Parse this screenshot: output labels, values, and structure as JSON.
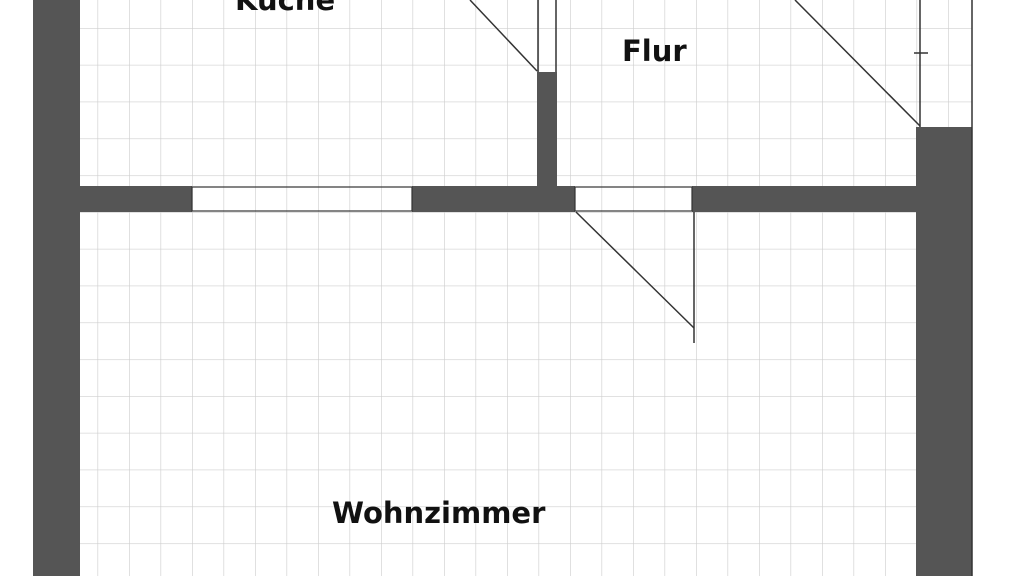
{
  "rooms": {
    "kitchen": "Küche",
    "hallway": "Flur",
    "living_room": "Wohnzimmer"
  },
  "colors": {
    "wall": "#555555",
    "grid": "#cfcfcf",
    "line": "#333333"
  }
}
